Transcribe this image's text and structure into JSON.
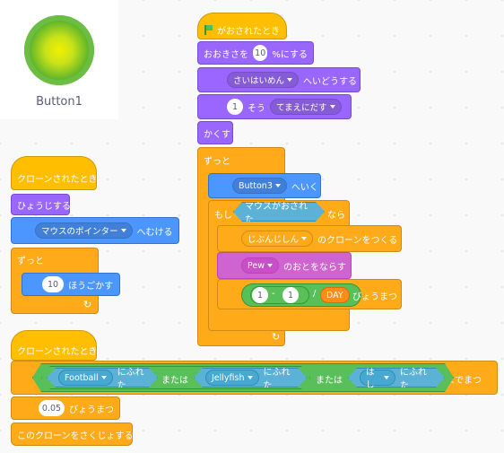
{
  "sprite": {
    "name": "Button1"
  },
  "script_clone1": {
    "hat": "クローンされたとき",
    "show": "ひょうじする",
    "point_towards": "へむける",
    "pointer_option": "マウスのポインター",
    "forever": "ずっと",
    "steps": "10",
    "move": "ほうごかす"
  },
  "script_flag": {
    "hat": "がおされたとき",
    "set_size": "おおきさを",
    "size_value": "10",
    "size_unit": "%にする",
    "go_to_layer_option": "さいはいめん",
    "go_to_layer": "へいどうする",
    "layer_steps": "1",
    "layer_word": "そう",
    "layer_dir": "てまえにだす",
    "hide": "かくす",
    "forever": "ずっと",
    "glide_target": "Button3",
    "glide_word": "へいく",
    "if_word": "もし",
    "mouse_down": "マウスがおされた",
    "then_word": "なら",
    "clone_option": "じぶんじしん",
    "clone_text": "のクローンをつくる",
    "sound_option": "Pew",
    "sound_text": "のおとをならす",
    "num_a": "1",
    "minus": "-",
    "num_b": "1",
    "divide": "/",
    "day_option": "DAY",
    "wait_text": "びょうまつ"
  },
  "script_clone2": {
    "hat": "クローンされたとき",
    "touch1": "Football",
    "touched": "にふれた",
    "or_word": "または",
    "touch2": "Jellyfish",
    "touch3": "はし",
    "until_word": "までまつ",
    "wait_value": "0.05",
    "wait_text": "びょうまつ",
    "delete_clone": "このクローンをさくじょする"
  }
}
